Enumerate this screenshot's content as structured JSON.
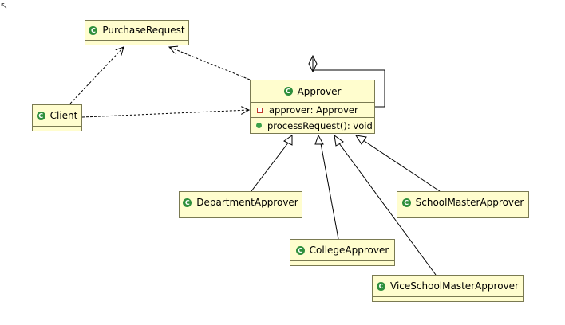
{
  "diagram": {
    "classes": {
      "purchase_request": {
        "name": "PurchaseRequest"
      },
      "client": {
        "name": "Client"
      },
      "approver": {
        "name": "Approver",
        "field": "approver: Approver",
        "method": "processRequest(): void"
      },
      "department_approver": {
        "name": "DepartmentApprover"
      },
      "college_approver": {
        "name": "CollegeApprover"
      },
      "school_master_approver": {
        "name": "SchoolMasterApprover"
      },
      "vice_school_master_approver": {
        "name": "ViceSchoolMasterApprover"
      }
    },
    "class_icon_glyph": "C",
    "colors": {
      "class_fill": "#fffdce",
      "class_border": "#7a7a52",
      "class_icon": "#2f8f3c",
      "connector": "#000000"
    },
    "relations": [
      {
        "from": "Client",
        "to": "PurchaseRequest",
        "type": "dependency"
      },
      {
        "from": "Client",
        "to": "Approver",
        "type": "dependency"
      },
      {
        "from": "Approver",
        "to": "PurchaseRequest",
        "type": "dependency"
      },
      {
        "from": "Approver",
        "to": "Approver",
        "type": "aggregation"
      },
      {
        "from": "DepartmentApprover",
        "to": "Approver",
        "type": "generalization"
      },
      {
        "from": "CollegeApprover",
        "to": "Approver",
        "type": "generalization"
      },
      {
        "from": "ViceSchoolMasterApprover",
        "to": "Approver",
        "type": "generalization"
      },
      {
        "from": "SchoolMasterApprover",
        "to": "Approver",
        "type": "generalization"
      }
    ]
  }
}
